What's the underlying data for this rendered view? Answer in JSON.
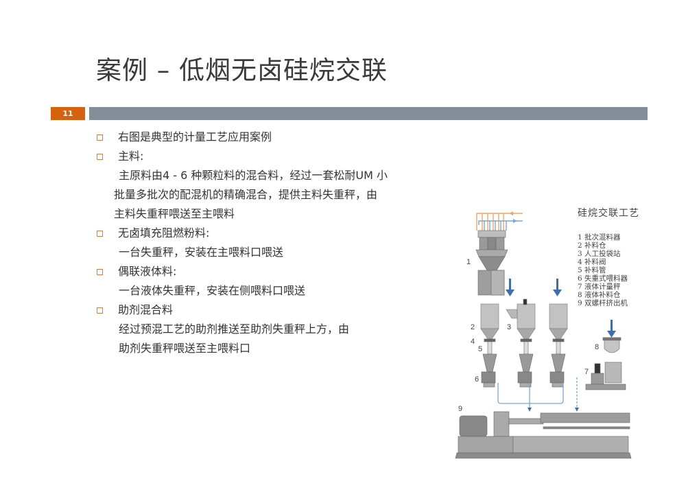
{
  "slide": {
    "title": "案例 – 低烟无卤硅烷交联",
    "page_number": "11",
    "colors": {
      "page_number_bg": "#d4620f",
      "header_bar": "#848d9a",
      "bullet_border": "#e07a35",
      "feed_orange": "#f4a460",
      "feed_blue": "#7aa6da",
      "arrow_blue": "#3d6fb0"
    }
  },
  "content": {
    "lines": [
      {
        "type": "bullet",
        "text": "右图是典型的计量工艺应用案例"
      },
      {
        "type": "bullet",
        "text": "主料:"
      },
      {
        "type": "sub",
        "text": "主原料由4 - 6 种颗粒料的混合料，经过一套松耐UM 小"
      },
      {
        "type": "cont",
        "text": "批量多批次的配混机的精确混合，提供主料失重秤，由"
      },
      {
        "type": "cont",
        "text": "主料失重秤喂送至主喂料"
      },
      {
        "type": "bullet",
        "text": "无卤填充阻燃粉料:"
      },
      {
        "type": "sub",
        "text": "一台失重秤，安装在主喂料口喂送"
      },
      {
        "type": "bullet",
        "text": "偶联液体料:"
      },
      {
        "type": "sub",
        "text": "一台液体失重秤，安装在侧喂料口喂送"
      },
      {
        "type": "bullet",
        "text": "助剂混合料"
      },
      {
        "type": "sub",
        "text": "经过预混工艺的助剂推送至助剂失重秤上方，由"
      },
      {
        "type": "sub",
        "text": "助剂失重秤喂送至主喂料口"
      }
    ]
  },
  "diagram": {
    "title": "硅烷交联工艺",
    "legend": [
      "1 批次混料器",
      "2 补料仓",
      "3 人工投袋站",
      "4 补料阀",
      "5 补料管",
      "6 失重式喂料器",
      "7 液体计量秤",
      "8 液体补料仓",
      "9 双螺杆挤出机"
    ],
    "labels": {
      "l1": "1",
      "l2": "2",
      "l3": "3",
      "l4": "4",
      "l5": "5",
      "l6": "6",
      "l7": "7",
      "l8": "8",
      "l9": "9"
    }
  }
}
